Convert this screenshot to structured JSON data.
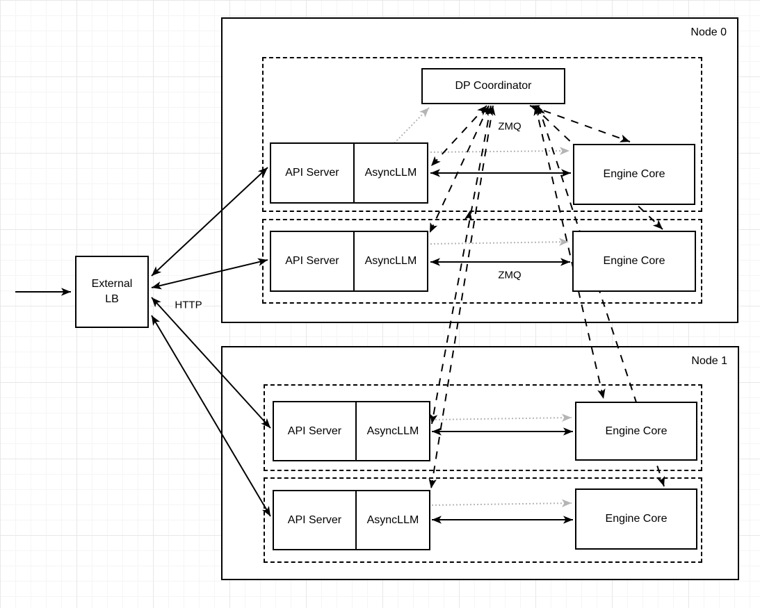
{
  "diagram": {
    "external_lb": {
      "line1": "External",
      "line2": "LB"
    },
    "nodes": [
      {
        "label": "Node 0",
        "coordinator_label": "DP Coordinator",
        "rows": [
          {
            "api_label": "API Server",
            "async_label": "AsyncLLM",
            "engine_label": "Engine Core"
          },
          {
            "api_label": "API Server",
            "async_label": "AsyncLLM",
            "engine_label": "Engine Core"
          }
        ]
      },
      {
        "label": "Node 1",
        "rows": [
          {
            "api_label": "API Server",
            "async_label": "AsyncLLM",
            "engine_label": "Engine Core"
          },
          {
            "api_label": "API Server",
            "async_label": "AsyncLLM",
            "engine_label": "Engine Core"
          }
        ]
      }
    ],
    "edge_labels": {
      "http": "HTTP",
      "zmq_node0_row1": "ZMQ",
      "zmq_node0_row2": "ZMQ"
    },
    "colors": {
      "stroke": "#000000",
      "gray_link": "#b5b5b5",
      "box_fill": "#ffffff"
    }
  }
}
